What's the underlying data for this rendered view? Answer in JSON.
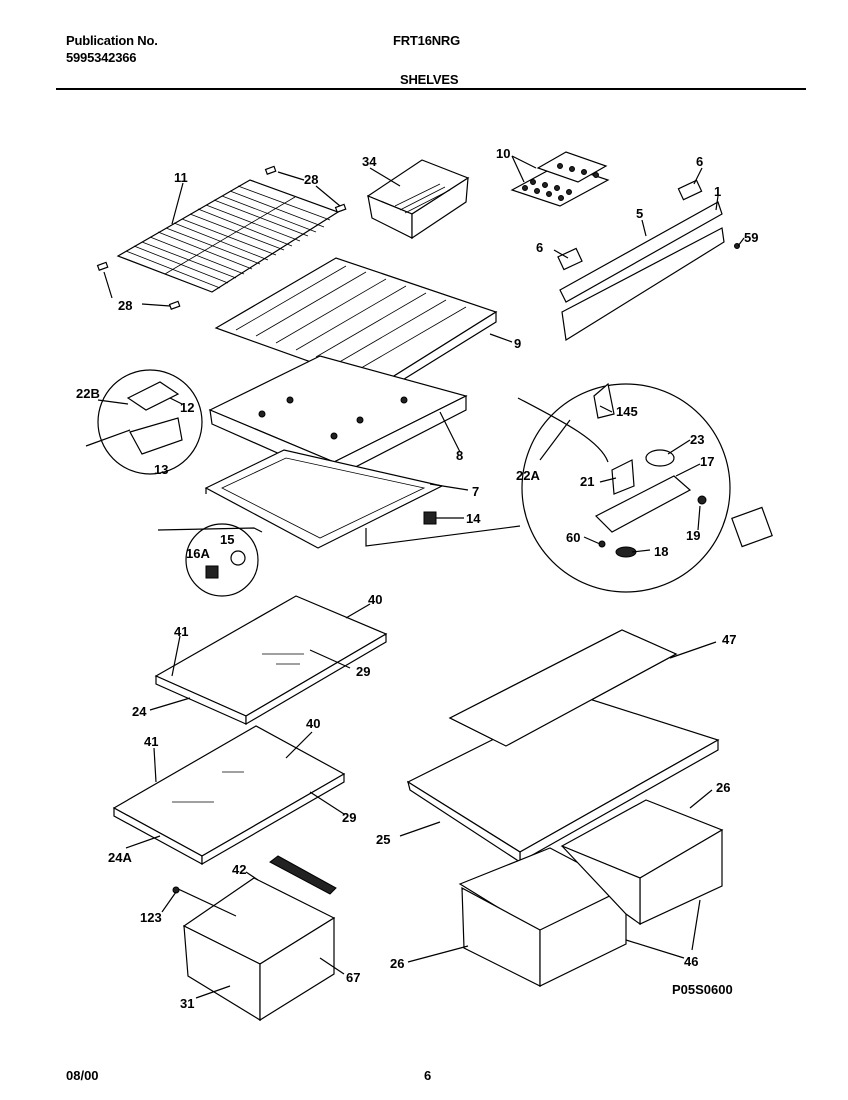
{
  "header": {
    "publication_label": "Publication No.",
    "publication_number": "5995342366",
    "model": "FRT16NRG",
    "section": "SHELVES"
  },
  "footer": {
    "date": "08/00",
    "page": "6"
  },
  "diagram_code": "P05S0600",
  "callouts": {
    "c11": "11",
    "c28a": "28",
    "c28b": "28",
    "c34": "34",
    "c10": "10",
    "c6a": "6",
    "c6b": "6",
    "c5": "5",
    "c1": "1",
    "c59": "59",
    "c9": "9",
    "c22B": "22B",
    "c12": "12",
    "c13": "13",
    "c8": "8",
    "c7": "7",
    "c14": "14",
    "c15": "15",
    "c16A": "16A",
    "c145": "145",
    "c23": "23",
    "c22A": "22A",
    "c21": "21",
    "c17": "17",
    "c19": "19",
    "c60": "60",
    "c18": "18",
    "c40a": "40",
    "c41a": "41",
    "c29a": "29",
    "c24": "24",
    "c40b": "40",
    "c41b": "41",
    "c29b": "29",
    "c24A": "24A",
    "c47": "47",
    "c25": "25",
    "c26a": "26",
    "c26b": "26",
    "c46": "46",
    "c42": "42",
    "c123": "123",
    "c67": "67",
    "c31": "31"
  }
}
